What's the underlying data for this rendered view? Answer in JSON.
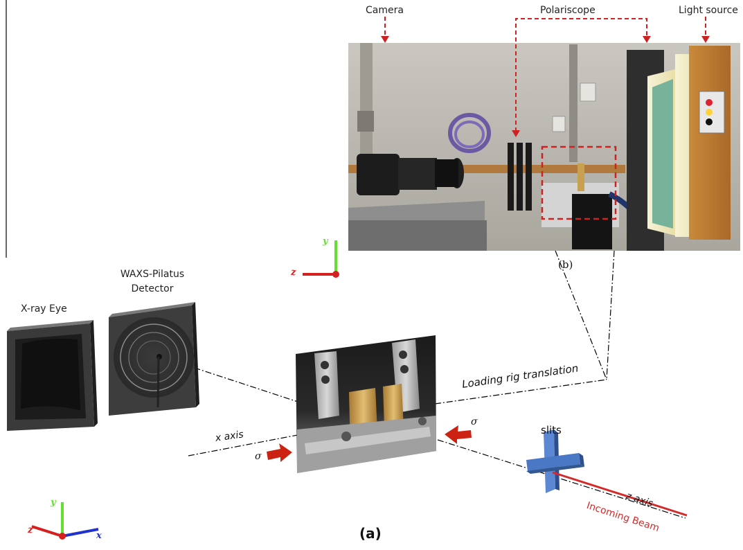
{
  "labels": {
    "camera": "Camera",
    "polariscope": "Polariscope",
    "light_source": "Light source",
    "photo_b_caption": "(b)",
    "xray_eye": "X-ray Eye",
    "waxs_line1": "WAXS-Pilatus",
    "waxs_line2": "Detector",
    "loading_rig": "Loading rig translation",
    "x_axis": "x axis",
    "z_axis": "z axis",
    "incoming_beam": "Incoming Beam",
    "slits": "slits",
    "sigma": "σ",
    "figure_a": "(a)"
  },
  "axes_small": {
    "y": "y",
    "z": "z"
  },
  "axes_main": {
    "y": "y",
    "z": "z",
    "x": "x"
  },
  "colors": {
    "annotation_red": "#cc2222",
    "beam_red": "#d42a2a",
    "axis_green": "#66dd33",
    "axis_red": "#d62020",
    "axis_blue": "#2233cc",
    "slits_blue": "#4a78c4",
    "arrow_red": "#cc2211"
  },
  "icons": [
    "camera-photo",
    "xray-eye-panel",
    "waxs-detector-panel",
    "loading-rig-photo",
    "slits-cross",
    "compression-arrow"
  ]
}
